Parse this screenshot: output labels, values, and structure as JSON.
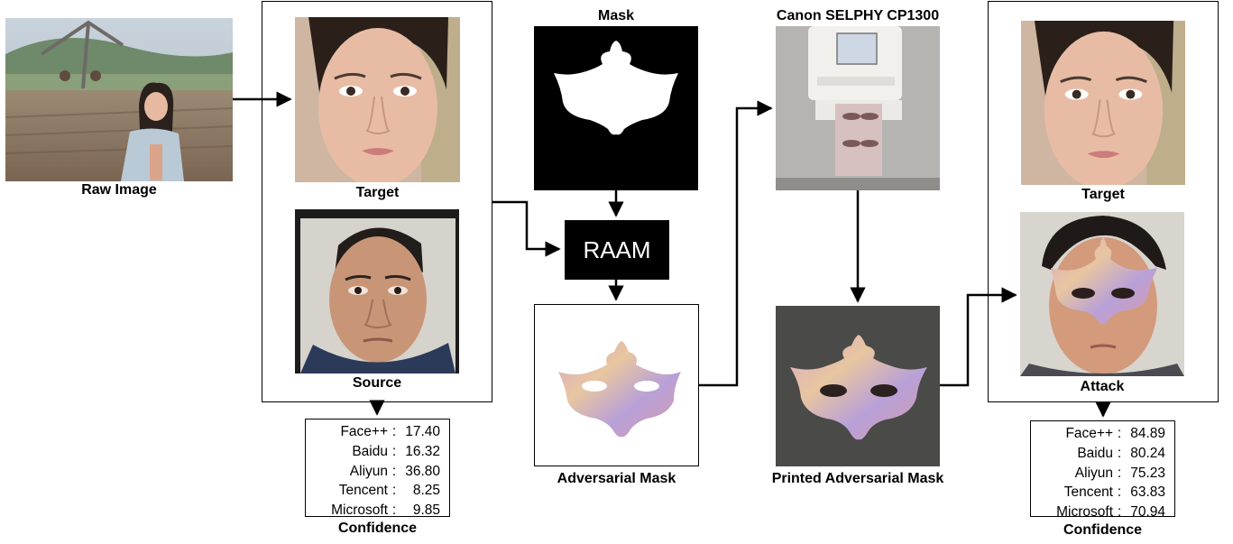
{
  "labels": {
    "raw_image": "Raw Image",
    "target_1": "Target",
    "source": "Source",
    "mask": "Mask",
    "raam": "RAAM",
    "adversarial_mask": "Adversarial Mask",
    "printer": "Canon SELPHY CP1300",
    "printed_adversarial_mask": "Printed Adversarial Mask",
    "target_2": "Target",
    "attack": "Attack",
    "confidence_1": "Confidence",
    "confidence_2": "Confidence"
  },
  "confidence_before": [
    {
      "name": "Face++",
      "value": "17.40"
    },
    {
      "name": "Baidu",
      "value": "16.32"
    },
    {
      "name": "Aliyun",
      "value": "36.80"
    },
    {
      "name": "Tencent",
      "value": "8.25"
    },
    {
      "name": "Microsoft",
      "value": "9.85"
    }
  ],
  "confidence_after": [
    {
      "name": "Face++",
      "value": "84.89"
    },
    {
      "name": "Baidu",
      "value": "80.24"
    },
    {
      "name": "Aliyun",
      "value": "75.23"
    },
    {
      "name": "Tencent",
      "value": "63.83"
    },
    {
      "name": "Microsoft",
      "value": "70.94"
    }
  ],
  "colors": {
    "skin": "#e8b9a0",
    "sky": "#a9b9c6",
    "field": "#8a7560",
    "mask_iridescent": "#c9a0b8"
  }
}
